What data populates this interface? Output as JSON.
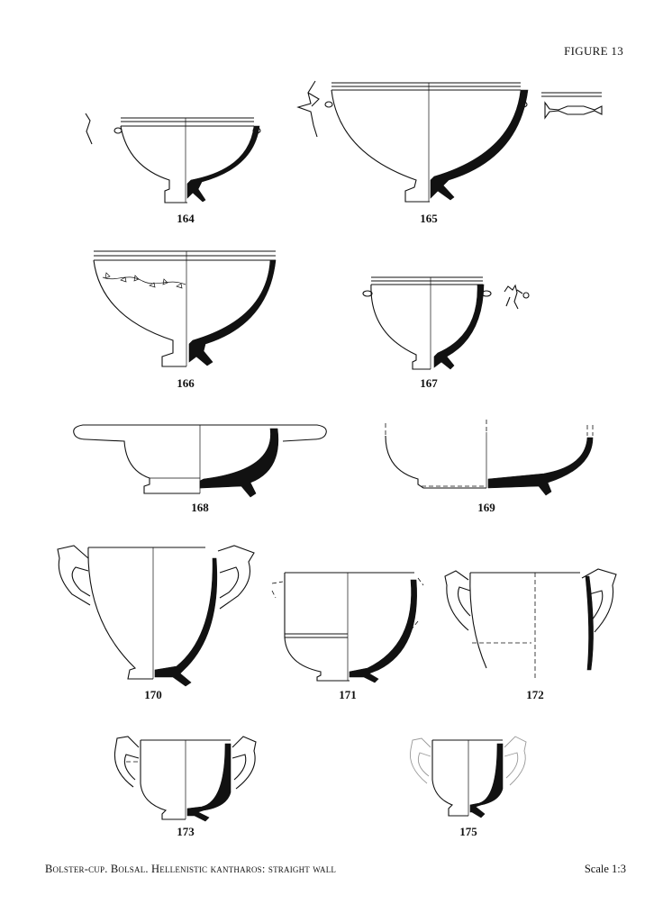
{
  "figure_label": "FIGURE 13",
  "caption": "Bolster-cup. Bolsal. Hellenistic kantharos: straight wall",
  "scale": "Scale 1:3",
  "catalog_numbers": {
    "n164": "164",
    "n165": "165",
    "n166": "166",
    "n167": "167",
    "n168": "168",
    "n169": "169",
    "n170": "170",
    "n171": "171",
    "n172": "172",
    "n173": "173",
    "n175": "175"
  }
}
